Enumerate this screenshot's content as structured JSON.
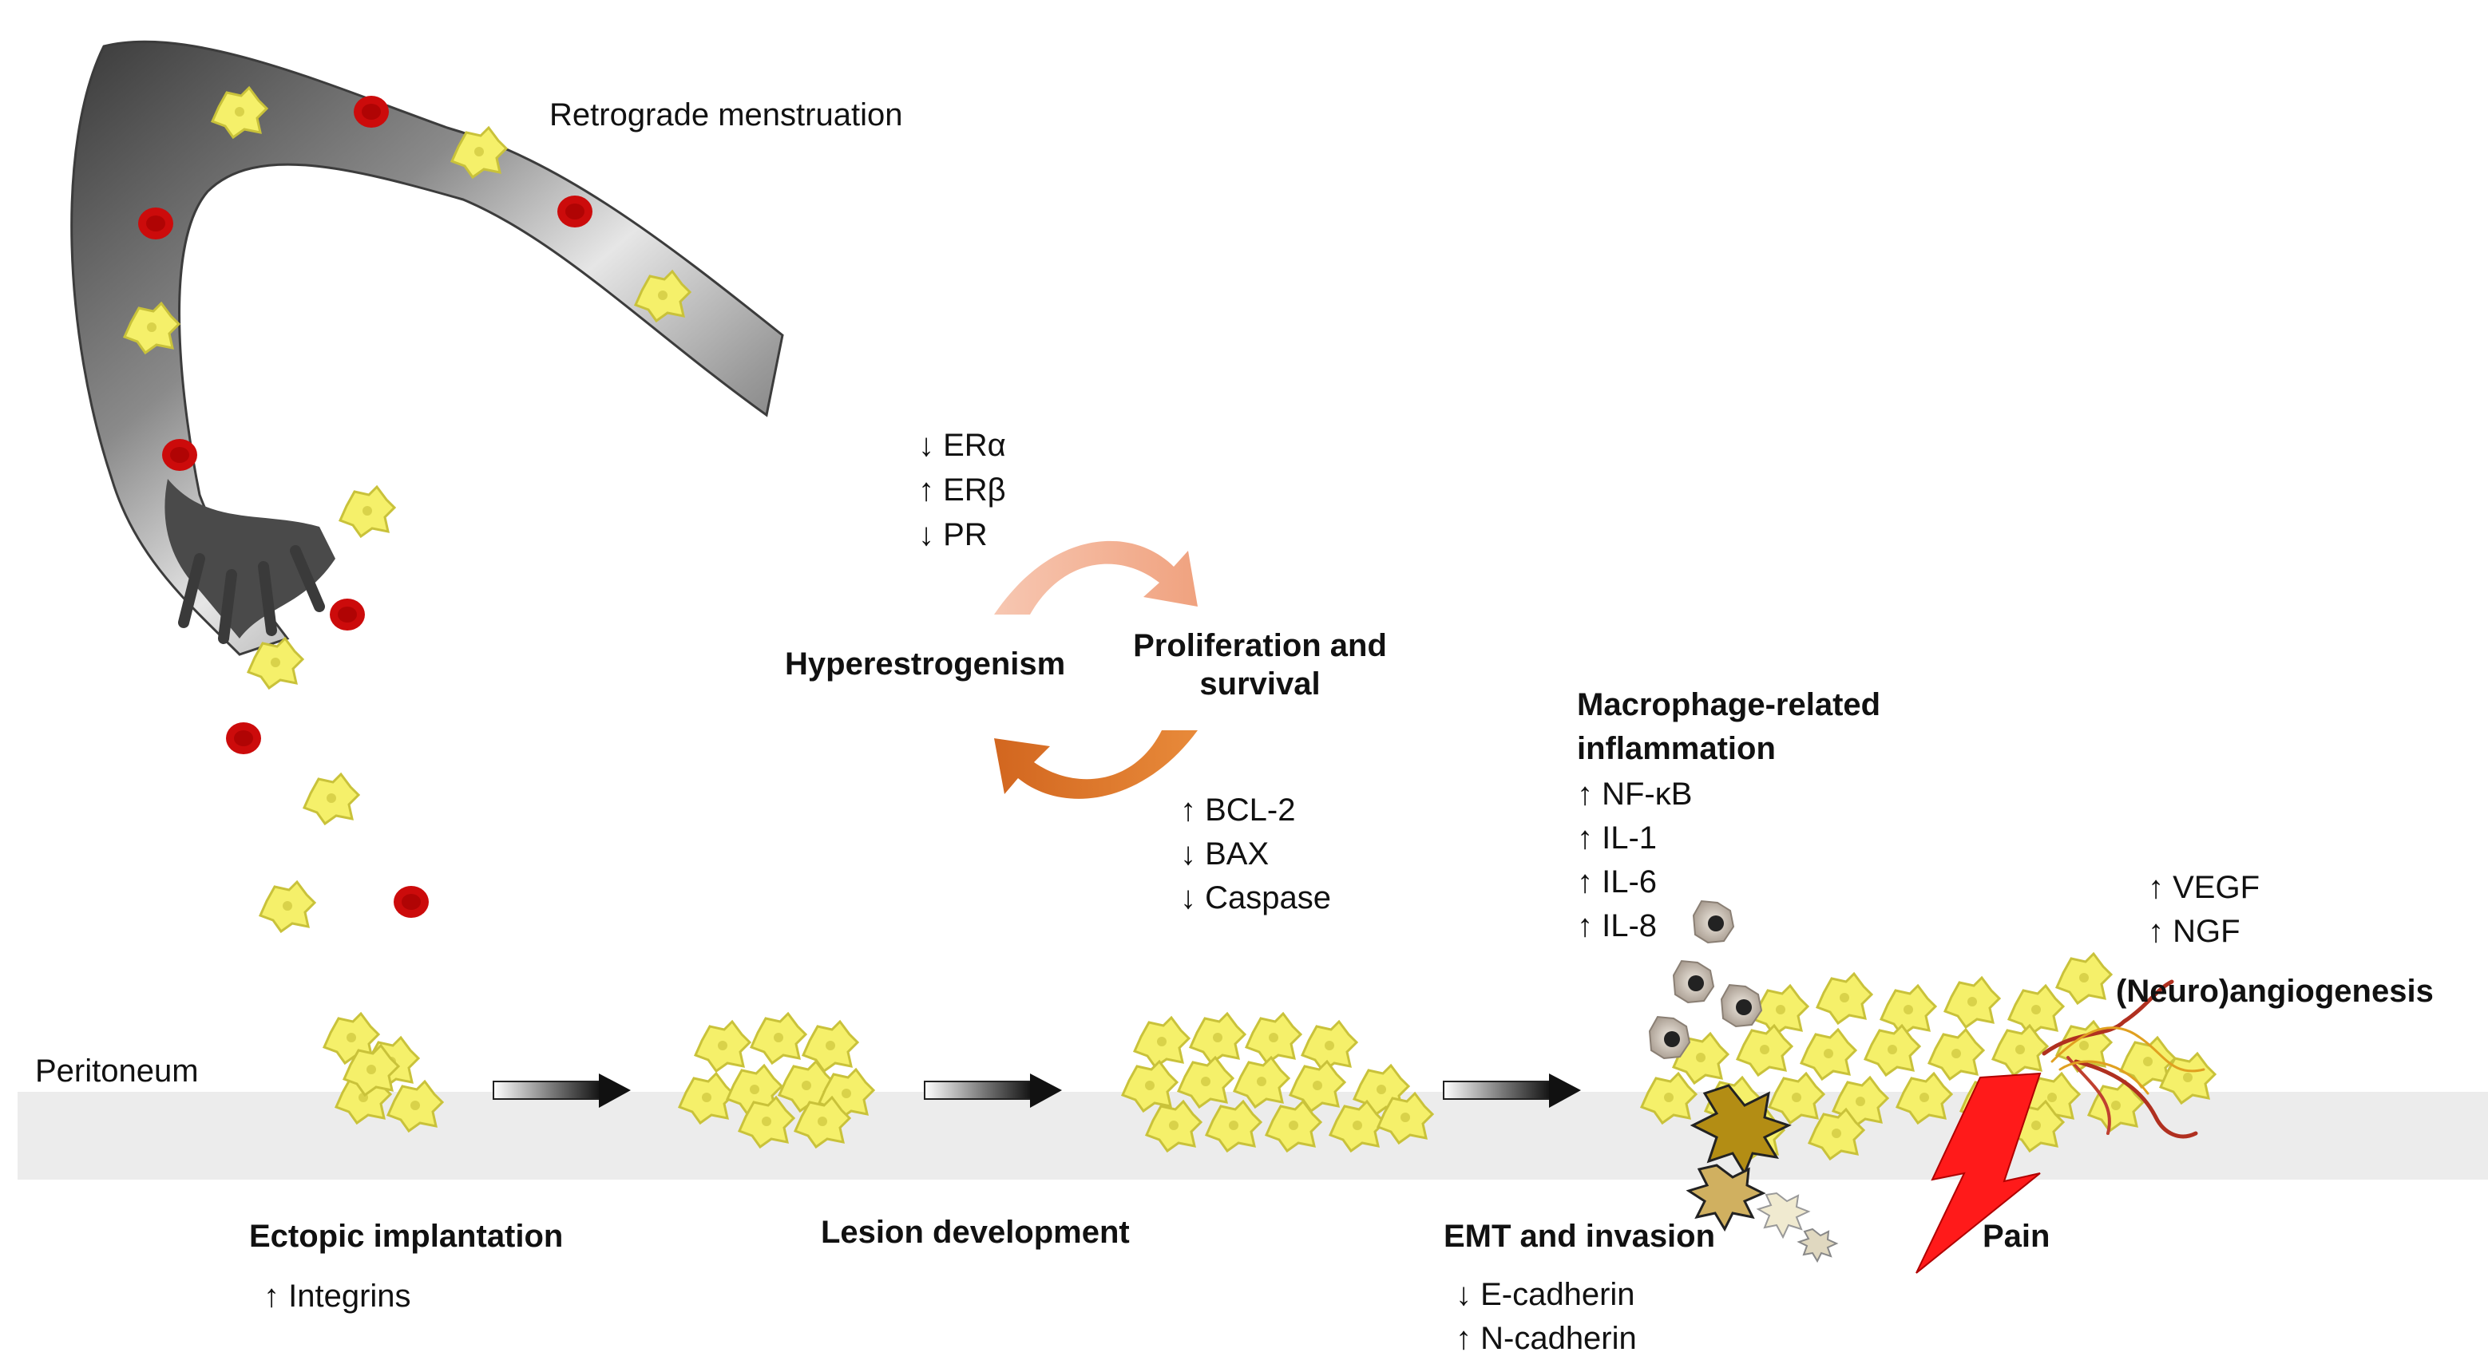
{
  "retrograde_label": "Retrograde menstruation",
  "peritoneum_label": "Peritoneum",
  "receptors": [
    "↓ ERα",
    "↑ ERβ",
    "↓ PR"
  ],
  "cycle": {
    "left": "Hyperestrogenism",
    "right_line1": "Proliferation and",
    "right_line2": "survival"
  },
  "apoptosis": [
    "↑ BCL-2",
    "↓ BAX",
    "↓ Caspase"
  ],
  "inflammation": {
    "title_line1": "Macrophage-related",
    "title_line2": "inflammation",
    "markers": [
      "↑ NF-κB",
      "↑ IL-1",
      "↑ IL-6",
      "↑ IL-8"
    ]
  },
  "angiogenesis": {
    "markers": [
      "↑ VEGF",
      "↑ NGF"
    ],
    "title": "(Neuro)angiogenesis"
  },
  "stages": {
    "ectopic": "Ectopic implantation",
    "ectopic_marker": "↑ Integrins",
    "lesion": "Lesion development",
    "emt": "EMT and invasion",
    "emt_markers": [
      "↓ E-cadherin",
      "↑ N-cadherin"
    ],
    "pain": "Pain"
  },
  "colors": {
    "cell_fill": "#f5f06a",
    "cell_stroke": "#c9c23a",
    "rbc": "#cc0b0b",
    "peritoneum": "#ececec",
    "pain_bolt": "#ff1a1a",
    "cycle_top": "#f3b08f",
    "cycle_bottom": "#e07a2c"
  }
}
